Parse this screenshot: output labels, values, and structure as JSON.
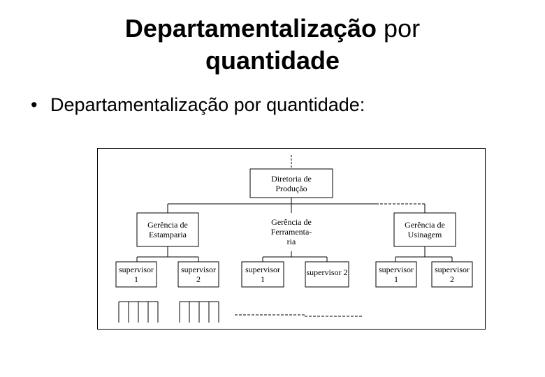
{
  "slide": {
    "title_bold": "Departamentalização",
    "title_rest": " por",
    "title_line2": "quantidade",
    "bullet": "Departamentalização por quantidade:"
  },
  "org_chart": {
    "top": "Diretoria de Produção",
    "managers": [
      "Gerência de Estamparia",
      "Gerência de Ferramenta-ria",
      "Gerência de Usinagem"
    ],
    "supervisors": [
      "supervisor 1",
      "supervisor 2",
      "supervisor 1",
      "supervisor 2",
      "supervisor 1",
      "supervisor 2"
    ]
  }
}
